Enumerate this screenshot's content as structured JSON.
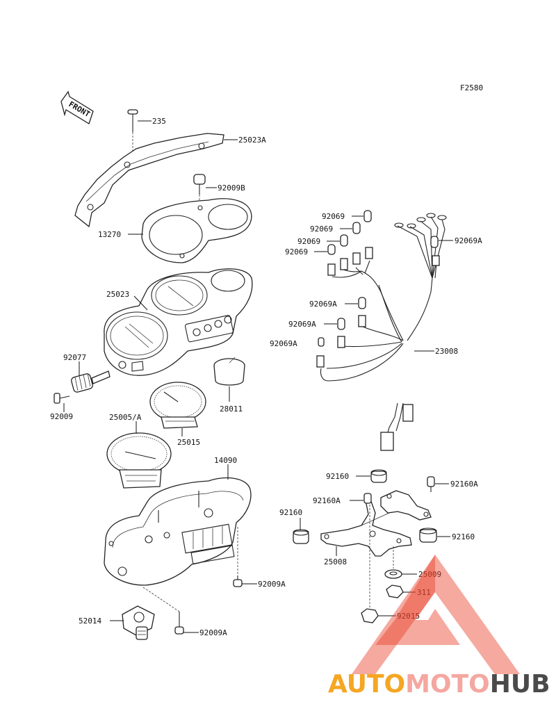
{
  "figure_code": "F2580",
  "front_label": "FRONT",
  "watermark": {
    "part1": "AUTO",
    "part2": "MOTO",
    "part3": "HUB",
    "color1": "#f5a623",
    "color2": "#f4a7a0",
    "color3": "#4a4a4a",
    "triangle_color": "#e8412a"
  },
  "callouts": {
    "c235": "235",
    "c25023A": "25023A",
    "c92009B": "92009B",
    "c13270": "13270",
    "c25023": "25023",
    "c92077": "92077",
    "c92009": "92009",
    "c28011": "28011",
    "c25005A": "25005/A",
    "c25015": "25015",
    "c14090": "14090",
    "c92009A_1": "92009A",
    "c52014": "52014",
    "c92009A_2": "92009A",
    "c92069_1": "92069",
    "c92069_2": "92069",
    "c92069_3": "92069",
    "c92069_4": "92069",
    "c92069A_r": "92069A",
    "c92069A_1": "92069A",
    "c92069A_2": "92069A",
    "c92069A_3": "92069A",
    "c23008": "23008",
    "c92160_1": "92160",
    "c92160A_1": "92160A",
    "c92160A_2": "92160A",
    "c92160_2": "92160",
    "c92160_3": "92160",
    "c25008": "25008",
    "c25009": "25009",
    "c311": "311",
    "c92015": "92015"
  }
}
